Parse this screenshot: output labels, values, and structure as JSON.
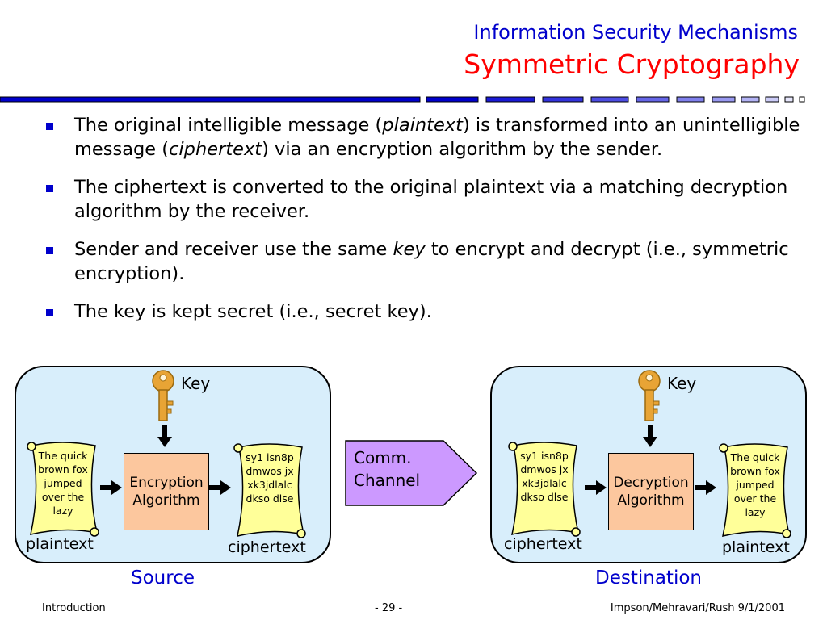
{
  "header": {
    "subtitle": "Information Security Mechanisms",
    "title": "Symmetric Cryptography"
  },
  "bullets": [
    {
      "segments": [
        {
          "text": "The original intelligible message (",
          "italic": false
        },
        {
          "text": "plaintext",
          "italic": true
        },
        {
          "text": ") is transformed into an unintelligible message (",
          "italic": false
        },
        {
          "text": "ciphertext",
          "italic": true
        },
        {
          "text": ") via an encryption algorithm by the sender.",
          "italic": false
        }
      ]
    },
    {
      "segments": [
        {
          "text": "The ciphertext is converted to the original plaintext via a matching decryption algorithm by the receiver.",
          "italic": false
        }
      ]
    },
    {
      "segments": [
        {
          "text": "Sender and receiver use the same ",
          "italic": false
        },
        {
          "text": "key",
          "italic": true
        },
        {
          "text": " to encrypt and decrypt (i.e., symmetric encryption).",
          "italic": false
        }
      ]
    },
    {
      "segments": [
        {
          "text": "The key is kept secret (i.e., secret key).",
          "italic": false
        }
      ]
    }
  ],
  "source": {
    "key_label": "Key",
    "algorithm": [
      "Encryption",
      "Algorithm"
    ],
    "input_scroll": [
      "The quick",
      "brown fox",
      "jumped",
      "over the",
      "lazy"
    ],
    "output_scroll": [
      "sy1 isn8p",
      "dmwos jx",
      "xk3jdlalc",
      "dkso dlse"
    ],
    "input_caption": "plaintext",
    "output_caption": "ciphertext",
    "panel_label": "Source"
  },
  "destination": {
    "key_label": "Key",
    "algorithm": [
      "Decryption",
      "Algorithm"
    ],
    "input_scroll": [
      "sy1 isn8p",
      "dmwos jx",
      "xk3jdlalc",
      "dkso dlse"
    ],
    "output_scroll": [
      "The quick",
      "brown fox",
      "jumped",
      "over the",
      "lazy"
    ],
    "input_caption": "ciphertext",
    "output_caption": "plaintext",
    "panel_label": "Destination"
  },
  "channel": {
    "lines": [
      "Comm.",
      "Channel"
    ]
  },
  "footer": {
    "left": "Introduction",
    "center": "- 29 -",
    "right": "Impson/Mehravari/Rush 9/1/2001"
  },
  "colors": {
    "title_blue": "#0000cc",
    "title_red": "#ff0000",
    "panel_fill": "#d8eefb",
    "algorithm_fill": "#fcc79e",
    "scroll_fill": "#ffff99",
    "channel_fill": "#cc99ff",
    "key_gold": "#e8a435"
  }
}
